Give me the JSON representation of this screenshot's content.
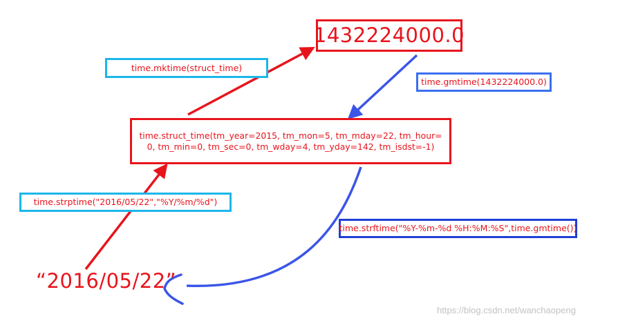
{
  "nodes": {
    "timestamp": "1432224000.0",
    "struct_time": "time.struct_time(tm_year=2015, tm_mon=5, tm_mday=22, tm_hour=0, tm_min=0, tm_sec=0, tm_wday=4, tm_yday=142, tm_isdst=-1)",
    "date_string": "“2016/05/22”"
  },
  "edges": {
    "mktime": "time.mktime(struct_time)",
    "gmtime": "time.gmtime(1432224000.0)",
    "strptime": "time.strptime(\"2016/05/22\",\"%Y/%m/%d\")",
    "strftime": "time.strftime(\"%Y-%m-%d %H:%M:%S\",time.gmtime())"
  },
  "watermark": "https://blog.csdn.net/wanchaopeng",
  "colors": {
    "red": "#e8141c",
    "blue": "#3b6ff0",
    "cyan": "#1bb6ea",
    "navy": "#1f3fd6"
  }
}
